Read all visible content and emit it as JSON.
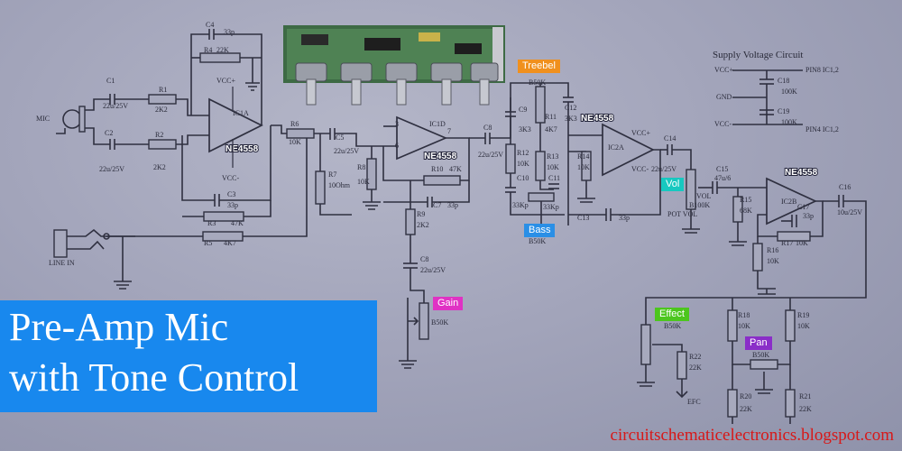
{
  "title": {
    "line1": "Pre-Amp Mic",
    "line2": "with Tone Control"
  },
  "watermark": "circuitschematicelectronics.blogspot.com",
  "tags": {
    "treble": "Treebel",
    "bass": "Bass",
    "vol": "Vol",
    "gain": "Gain",
    "effect": "Effect",
    "pan": "Pan"
  },
  "tag_colors": {
    "treble": "#f0901e",
    "bass": "#2a8fe6",
    "vol": "#17c8c0",
    "gain": "#e032c4",
    "effect": "#4cc61e",
    "pan": "#8a2ec8"
  },
  "ic_labels": {
    "ic1a": "NE4558",
    "ic1d": "NE4558",
    "ic2a": "NE4558",
    "ic2b": "NE4558"
  },
  "supply": {
    "title": "Supply Voltage Circuit",
    "vcc_plus": "VCC+",
    "gnd": "GND",
    "vcc_minus": "VCC-",
    "pin8": "PIN8 IC1,2",
    "pin4": "PIN4 IC1,2",
    "c18": "C18",
    "c18_val": "100K",
    "c19": "C19",
    "c19_val": "100K"
  },
  "components": {
    "mic": "MIC",
    "line_in": "LINE IN",
    "c1": "C1",
    "c1_val": "22u/25V",
    "c2": "C2",
    "c2_val": "22u/25V",
    "r1": "R1",
    "r1_val": "2K2",
    "r2": "R2",
    "r2_val": "2K2",
    "c4": "C4",
    "c4_val": "33p",
    "r4": "R4",
    "r4_val": "22K",
    "vcc_plus": "VCC+",
    "vcc_minus": "VCC-",
    "ic1a": "IC1A",
    "c3": "C3",
    "c3_val": "33p",
    "r3": "R3",
    "r3_val": "47K",
    "r5": "R5",
    "r5_val": "4K7",
    "r6": "R6",
    "r6_val": "10K",
    "c5": "C5",
    "c5_val": "22u/25V",
    "r7": "R7",
    "r7_val": "10Ohm",
    "r8": "R8",
    "r8_val": "10K",
    "ic1d": "IC1D",
    "r10": "R10",
    "r10_val": "47K",
    "c7": "C7",
    "c7_val": "33p",
    "r9": "R9",
    "r9_val": "2K2",
    "c8a": "C8",
    "c8a_val": "22u/25V",
    "gain_pot": "B50K",
    "c8": "C8",
    "c8_val": "22u/25V",
    "c9": "C9",
    "c9_val": "3K3",
    "r11": "R11",
    "r11_val": "4K7",
    "c12": "C12",
    "c12_val": "3K3",
    "treble_pot": "B50K",
    "r12": "R12",
    "r12_val": "10K",
    "r13": "R13",
    "r13_val": "10K",
    "c10": "C10",
    "c10_val": "33Kp",
    "c11": "C11",
    "c11_val": "33Kp",
    "bass_pot": "B50K",
    "r14": "R14",
    "r14_val": "10K",
    "ic2a": "IC2A",
    "vcc1a": "VCC+",
    "vcc1b": "VCC-",
    "c13": "C13",
    "c13_val": "33p",
    "c14": "C14",
    "c14_val": "22u/25V",
    "vol_pot": "B100K",
    "vol_label": "VOL",
    "pot_vol": "POT VOL",
    "c15": "C15",
    "c15_val": "47u/6",
    "r15": "R15",
    "r15_val": "68K",
    "ic2b": "IC2B",
    "c17": "C17",
    "c17_val": "33p",
    "r17": "R17",
    "r17_val": "10K",
    "r16": "R16",
    "r16_val": "10K",
    "c16": "C16",
    "c16_val": "10u/25V",
    "effect_pot": "B50K",
    "r22": "R22",
    "r22_val": "22K",
    "efc": "EFC",
    "r18": "R18",
    "r18_val": "10K",
    "r19": "R19",
    "r19_val": "10K",
    "pan_pot": "B50K",
    "r20": "R20",
    "r20_val": "22K",
    "r21": "R21",
    "r21_val": "22K"
  }
}
